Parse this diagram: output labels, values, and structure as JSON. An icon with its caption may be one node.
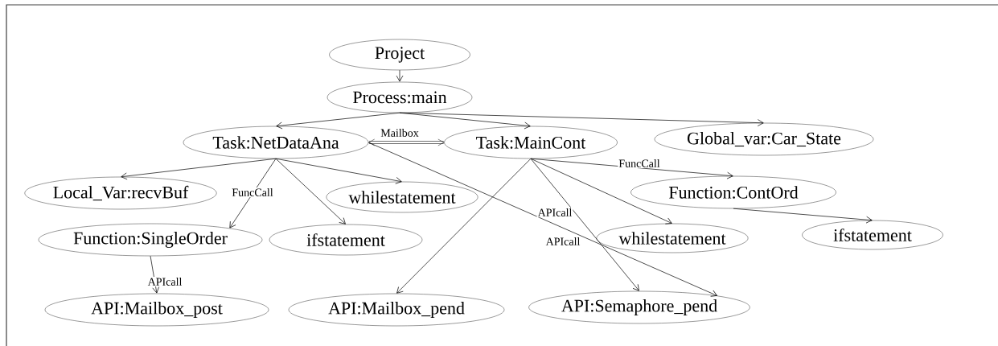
{
  "diagram": {
    "nodes": [
      {
        "text": [
          "Project"
        ]
      },
      {
        "text": [
          "Process:main"
        ]
      },
      {
        "text": [
          "Task:NetDataAna"
        ]
      },
      {
        "text": [
          "Task:MainCont"
        ]
      },
      {
        "text": [
          "Global_var:Car_State"
        ]
      },
      {
        "text": [
          "Local_Var:recvBuf"
        ]
      },
      {
        "text": [
          "whilestatement"
        ]
      },
      {
        "text": [
          "Function:SingleOrder"
        ]
      },
      {
        "text": [
          "ifstatement"
        ]
      },
      {
        "text": [
          "Function:ContOrd"
        ]
      },
      {
        "text": [
          "whilestatement"
        ]
      },
      {
        "text": [
          "ifstatement"
        ]
      },
      {
        "text": [
          "API:Mailbox_post"
        ]
      },
      {
        "text": [
          "API:Mailbox_pend"
        ]
      },
      {
        "text": [
          "API:Semaphore_pend"
        ]
      }
    ],
    "edges": [
      {
        "from": 0,
        "to": 1,
        "arrow": "to"
      },
      {
        "from": 1,
        "to": 2,
        "arrow": "to"
      },
      {
        "from": 1,
        "to": 3,
        "arrow": "to"
      },
      {
        "from": 1,
        "to": 4,
        "arrow": "to"
      },
      {
        "from": 2,
        "to": 3,
        "arrow": "both",
        "label": "Mailbox",
        "style": "thick"
      },
      {
        "from": 2,
        "to": 5,
        "arrow": "to"
      },
      {
        "from": 2,
        "to": 7,
        "arrow": "to",
        "label": "FuncCall"
      },
      {
        "from": 2,
        "to": 8,
        "arrow": "to"
      },
      {
        "from": 2,
        "to": 6,
        "arrow": "to"
      },
      {
        "from": 2,
        "to": 14,
        "arrow": "to",
        "label": "APIcall"
      },
      {
        "from": 3,
        "to": 13,
        "arrow": "to"
      },
      {
        "from": 3,
        "to": 14,
        "arrow": "to",
        "label": "APIcall"
      },
      {
        "from": 3,
        "to": 10,
        "arrow": "to"
      },
      {
        "from": 3,
        "to": 9,
        "arrow": "to",
        "label": "FuncCall"
      },
      {
        "from": 9,
        "to": 11,
        "arrow": "to"
      },
      {
        "from": 7,
        "to": 12,
        "arrow": "to",
        "label": "APIcall"
      }
    ]
  }
}
